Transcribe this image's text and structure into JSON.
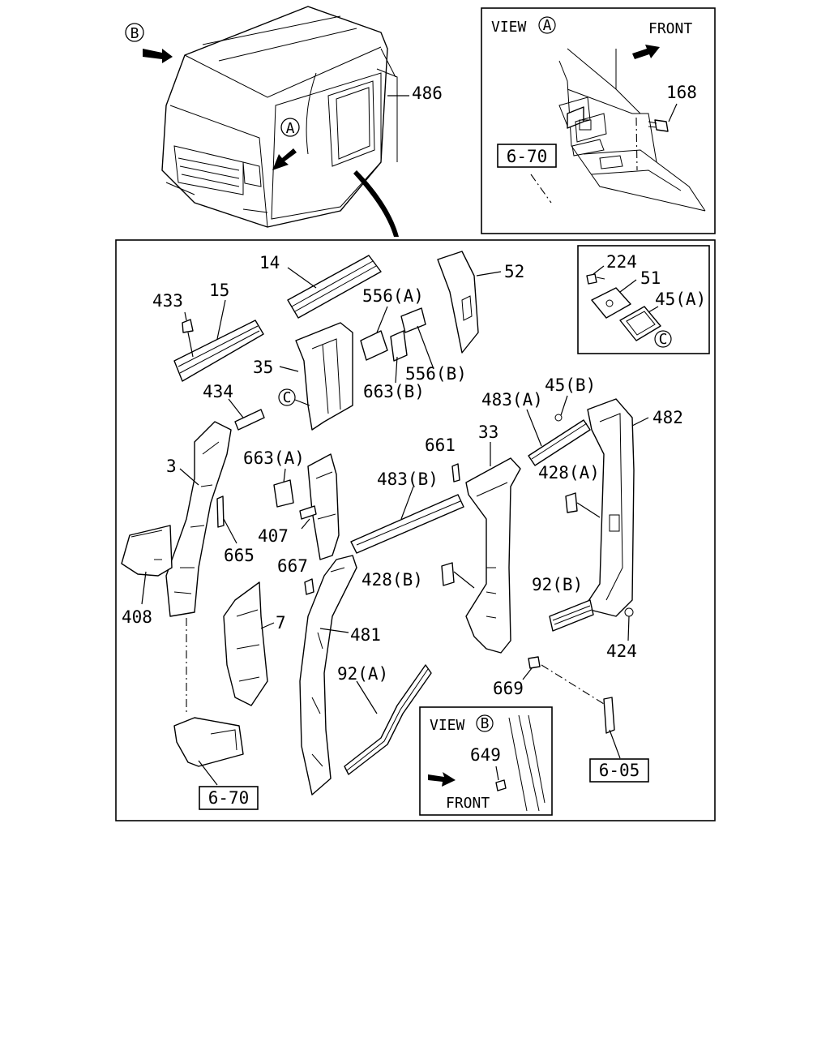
{
  "view_a": {
    "title": "VIEW",
    "mark": "A",
    "front": "FRONT"
  },
  "view_b": {
    "title": "VIEW",
    "mark": "B",
    "front": "FRONT"
  },
  "marks": {
    "b_arrow": "B",
    "a_on_cab": "A",
    "c_on_35": "C",
    "c_on_inset": "C"
  },
  "refs": {
    "ref_6_70_top": "6-70",
    "ref_6_70_bottom": "6-70",
    "ref_6_05": "6-05"
  },
  "parts": {
    "p486": "486",
    "p168": "168",
    "p14": "14",
    "p15": "15",
    "p433": "433",
    "p556a": "556(A)",
    "p556b": "556(B)",
    "p52": "52",
    "p35": "35",
    "p663b": "663(B)",
    "p224": "224",
    "p51": "51",
    "p45a": "45(A)",
    "p434": "434",
    "p483a": "483(A)",
    "p45b": "45(B)",
    "p482": "482",
    "p3": "3",
    "p663a": "663(A)",
    "p661": "661",
    "p33": "33",
    "p483b": "483(B)",
    "p428a": "428(A)",
    "p665": "665",
    "p407": "407",
    "p667": "667",
    "p428b": "428(B)",
    "p92b": "92(B)",
    "p408": "408",
    "p7": "7",
    "p481": "481",
    "p424": "424",
    "p669": "669",
    "p92a": "92(A)",
    "p649": "649"
  },
  "colors": {
    "line": "#000000",
    "background": "#ffffff"
  }
}
